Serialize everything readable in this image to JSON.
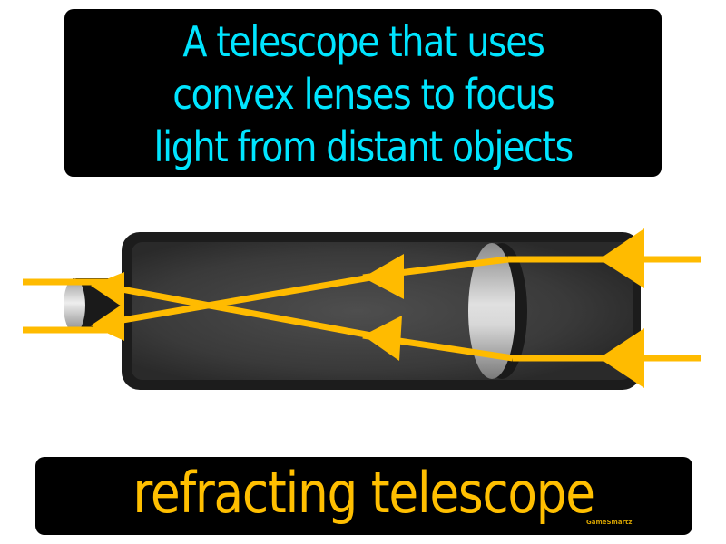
{
  "definition": {
    "lines": [
      "A telescope that uses",
      "convex lenses to focus",
      "light from distant objects"
    ],
    "color": "#00e5ff"
  },
  "term": {
    "text": "refracting telescope",
    "color": "#ffbf00"
  },
  "credit": {
    "text": "GameSmartz"
  },
  "diagram": {
    "subject": "refracting telescope",
    "parts": [
      "tube",
      "objective-lens",
      "eyepiece",
      "light-rays"
    ],
    "ray_color": "#ffbb00",
    "tube_color": "#1c1c1c"
  }
}
